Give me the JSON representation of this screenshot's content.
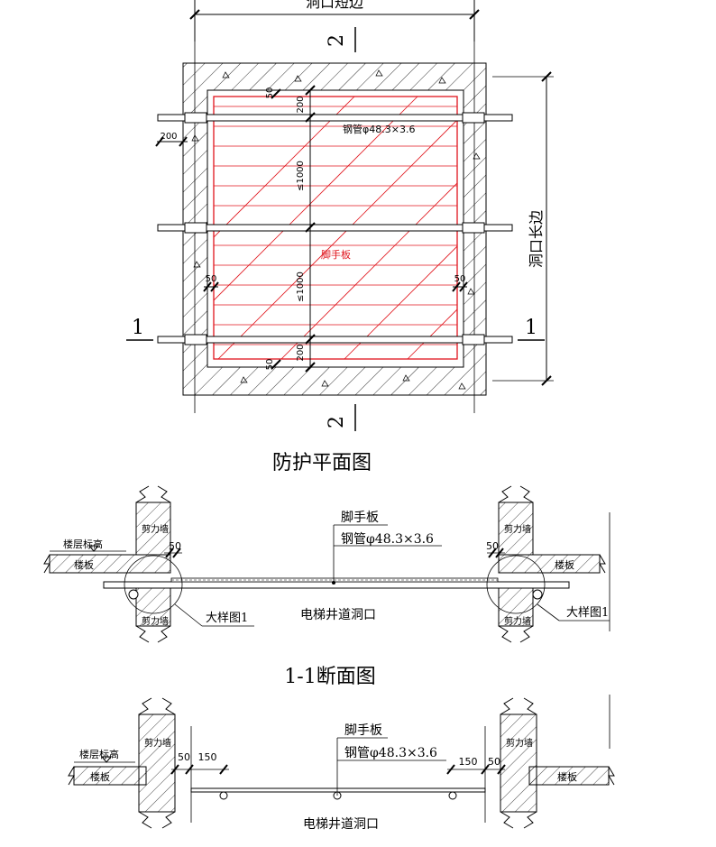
{
  "plan": {
    "title": "防护平面图",
    "short_side_label": "洞口短边",
    "long_side_label": "洞口长边",
    "section_1_left": "1",
    "section_1_right": "1",
    "section_2_top": "2",
    "section_2_bottom": "2",
    "steel_pipe_label": "钢管φ48.3×3.6",
    "scaffold_board_label": "脚手板",
    "dim_50_top": "50",
    "dim_200_top": "200",
    "dim_200_left": "200",
    "dim_1000_upper": "≤1000",
    "dim_1000_lower": "≤1000",
    "dim_50_left": "50",
    "dim_50_right": "50",
    "dim_50_bottom": "50",
    "dim_200_bottom": "200"
  },
  "section11": {
    "title": "1-1断面图",
    "shear_wall_tl": "剪力墙",
    "shear_wall_bl": "剪力墙",
    "shear_wall_tr": "剪力墙",
    "shear_wall_br": "剪力墙",
    "floor_level": "楼层标高",
    "slab_left": "楼板",
    "slab_right": "楼板",
    "dim_50_left": "50",
    "dim_50_right": "50",
    "scaffold_board": "脚手板",
    "steel_pipe": "钢管φ48.3×3.6",
    "shaft_opening": "电梯井道洞口",
    "detail_left": "大样图1",
    "detail_right": "大样图1"
  },
  "section22": {
    "shear_wall_left": "剪力墙",
    "shear_wall_right": "剪力墙",
    "floor_level": "楼层标高",
    "slab_left": "楼板",
    "slab_right": "楼板",
    "dim_50_left": "50",
    "dim_150_left": "150",
    "dim_150_right": "150",
    "dim_50_right": "50",
    "scaffold_board": "脚手板",
    "steel_pipe": "钢管φ48.3×3.6",
    "shaft_opening": "电梯井道洞口"
  }
}
